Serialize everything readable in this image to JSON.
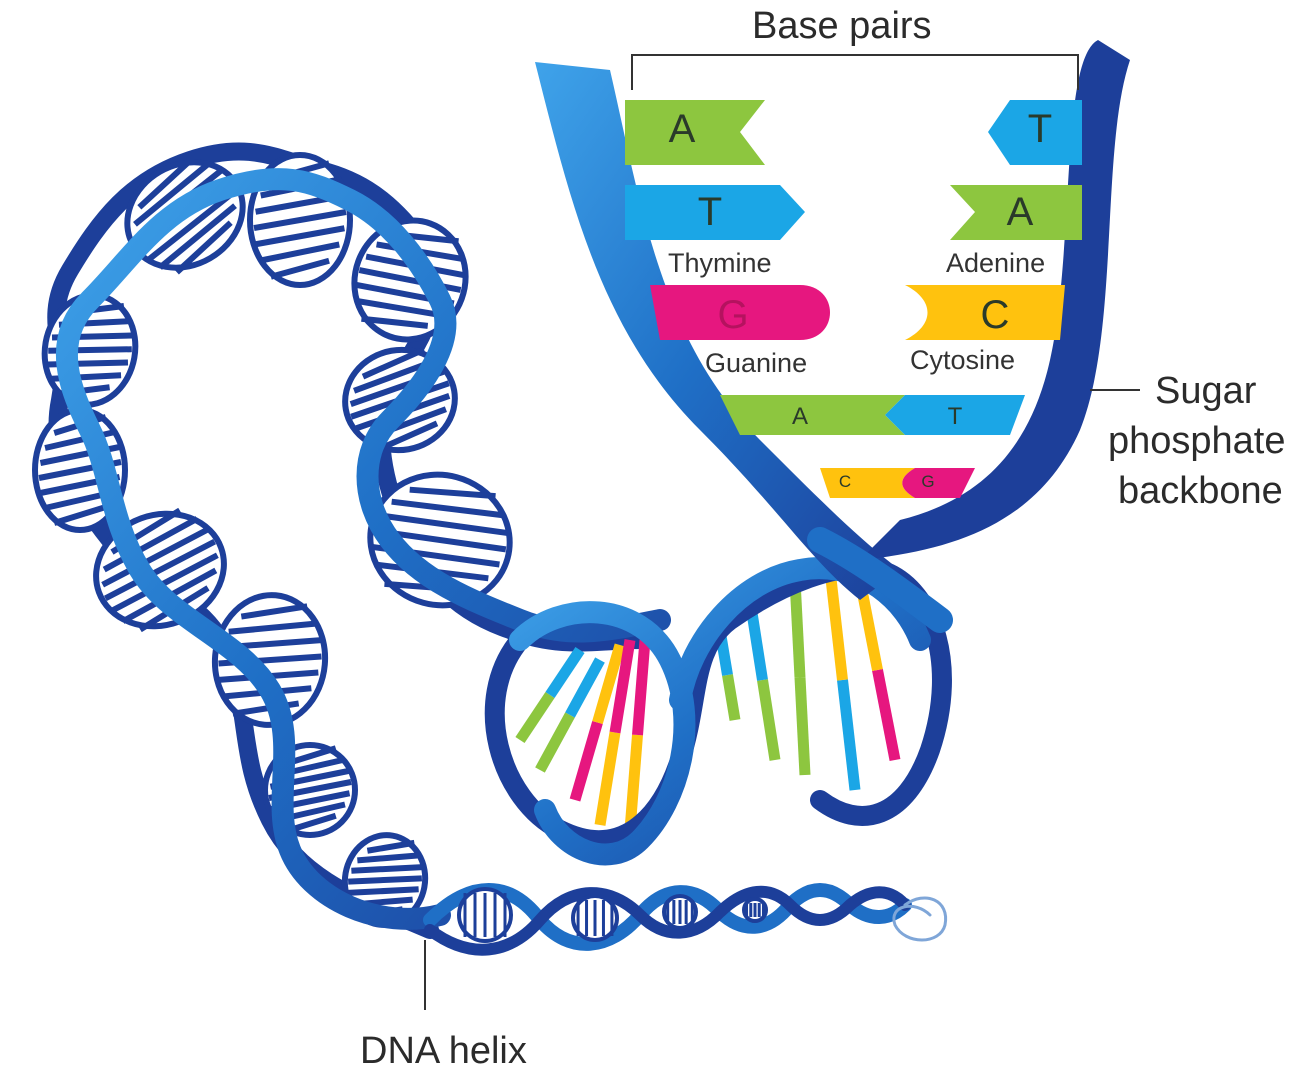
{
  "labels": {
    "base_pairs": "Base pairs",
    "backbone_line1": "Sugar",
    "backbone_line2": "phosphate",
    "backbone_line3": "backbone",
    "dna_helix": "DNA helix",
    "thymine": "Thymine",
    "adenine": "Adenine",
    "guanine": "Guanine",
    "cytosine": "Cytosine"
  },
  "bases": {
    "row1_left": "A",
    "row1_right": "T",
    "row2_left": "T",
    "row2_right": "A",
    "row3_left": "G",
    "row3_right": "C",
    "row4_left": "A",
    "row4_right": "T",
    "row5_left": "C",
    "row5_right": "G"
  },
  "colors": {
    "adenine": "#8dc63f",
    "thymine": "#1ba6e6",
    "guanine": "#e6177f",
    "cytosine": "#ffc20e",
    "backbone_dark": "#1d3f9a",
    "backbone_mid": "#1f6fc6",
    "backbone_light": "#2f95e0"
  }
}
